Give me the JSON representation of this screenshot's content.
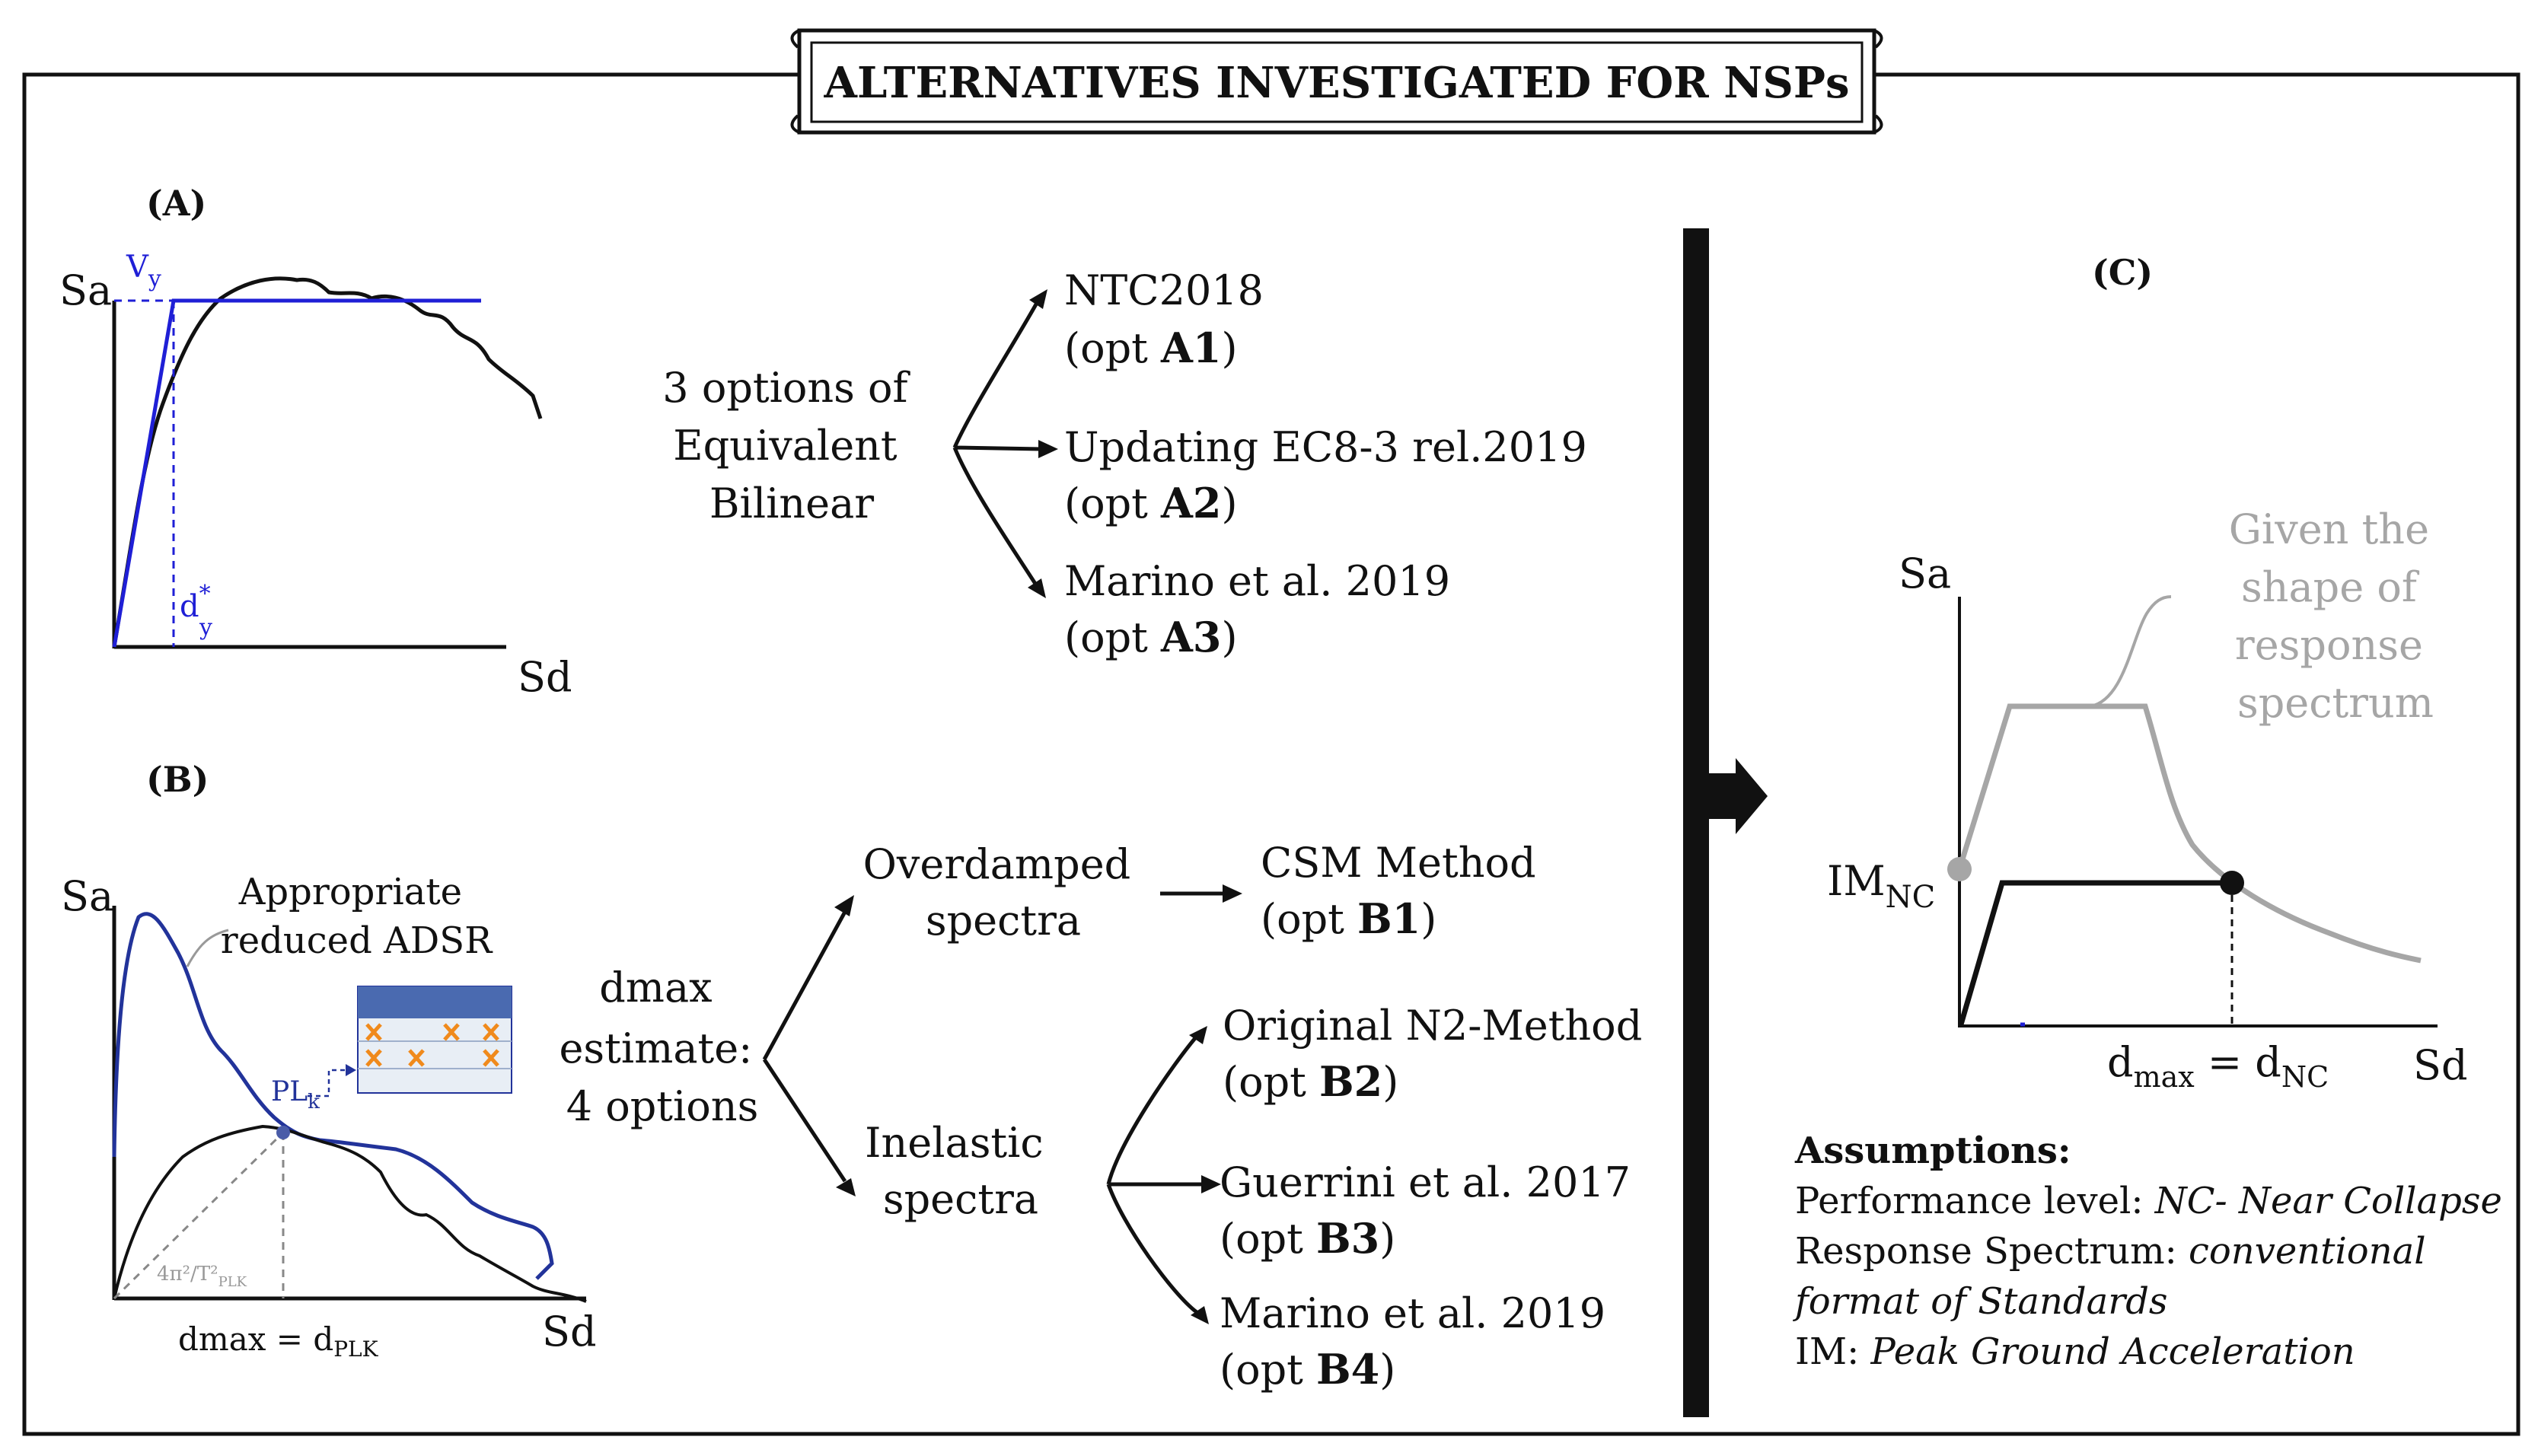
{
  "header": {
    "title": "ALTERNATIVES INVESTIGATED FOR NSPs"
  },
  "panel_a": {
    "label": "(A)",
    "y_axis": "Sa",
    "x_axis": "Sd",
    "vy": "V",
    "vy_sub": "y",
    "dy": "d",
    "dy_sup": "*",
    "dy_sub": "y",
    "root": [
      "3 options of",
      "Equivalent",
      "Bilinear"
    ],
    "options": [
      {
        "line1": "NTC2018",
        "prefix": "(opt ",
        "code": "A1",
        "suffix": ")"
      },
      {
        "line1": "Updating EC8-3 rel.2019",
        "prefix": "(opt ",
        "code": "A2",
        "suffix": ")"
      },
      {
        "line1": "Marino et al. 2019",
        "prefix": "(opt ",
        "code": "A3",
        "suffix": ")"
      }
    ],
    "colors": {
      "bilinear": "#1f1fd6",
      "curve": "#111111"
    }
  },
  "panel_b": {
    "label": "(B)",
    "y_axis": "Sa",
    "x_axis": "Sd",
    "adsr": [
      "Appropriate",
      "reduced ADSR"
    ],
    "pl": "PL",
    "pl_sub": "k",
    "period": "4π²/T²",
    "period_sub": "PLK",
    "dmax_label": "dmax = d",
    "dmax_sub": "PLK",
    "root": [
      "dmax",
      "estimate:",
      "4 options"
    ],
    "branch_overdamped": [
      "Overdamped",
      "spectra"
    ],
    "branch_inelastic": [
      "Inelastic",
      "spectra"
    ],
    "options": [
      {
        "line1": "CSM Method",
        "prefix": "(opt ",
        "code": "B1",
        "suffix": ")"
      },
      {
        "line1": "Original N2-Method",
        "prefix": "(opt ",
        "code": "B2",
        "suffix": ")"
      },
      {
        "line1": "Guerrini et al. 2017",
        "prefix": "(opt ",
        "code": "B3",
        "suffix": ")"
      },
      {
        "line1": "Marino et al. 2019",
        "prefix": "(opt ",
        "code": "B4",
        "suffix": ")"
      }
    ],
    "colors": {
      "spectrum": "#22339a",
      "curve": "#111111",
      "wall": "#f08a1c"
    }
  },
  "panel_c": {
    "label": "(C)",
    "y_axis": "Sa",
    "x_axis": "Sd",
    "spectrum_note": [
      "Given the",
      "shape of",
      "response",
      "spectrum"
    ],
    "im": "IM",
    "im_sub": "NC",
    "dmax": "d",
    "dmax_sub": "max",
    "equals": " = d",
    "dnc_sub": "NC",
    "colors": {
      "spectrum": "#a6a6a6",
      "capacity": "#111111"
    }
  },
  "assumptions": {
    "heading": "Assumptions:",
    "lines": [
      {
        "key": "Performance level: ",
        "value": "NC- Near Collapse"
      },
      {
        "key": "Response Spectrum: ",
        "value": "conventional"
      },
      {
        "key": "",
        "value": "format of Standards"
      },
      {
        "key": "IM: ",
        "value": "Peak Ground Acceleration"
      }
    ]
  }
}
